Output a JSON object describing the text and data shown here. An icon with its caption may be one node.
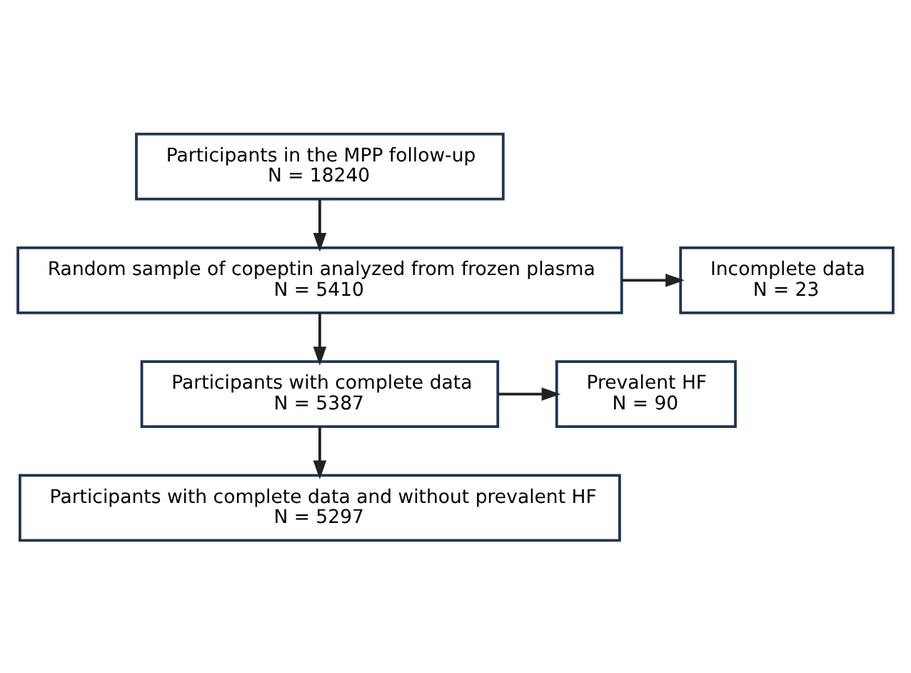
{
  "diagram": {
    "nodes": [
      {
        "text": [
          "Participants in the MPP follow-up",
          "N = 18240"
        ]
      },
      {
        "text": [
          "Random sample of copeptin analyzed from frozen plasma",
          "N = 5410"
        ]
      },
      {
        "text": [
          "Incomplete data",
          "N = 23"
        ]
      },
      {
        "text": [
          "Participants with complete data",
          "N = 5387"
        ]
      },
      {
        "text": [
          "Prevalent HF",
          "N = 90"
        ]
      },
      {
        "text": [
          "Participants with complete data and without prevalent HF",
          "N = 5297"
        ]
      }
    ],
    "edges": [
      {
        "from": 0,
        "to": 1,
        "arrow": "to"
      },
      {
        "from": 1,
        "to": 2,
        "arrow": "to"
      },
      {
        "from": 1,
        "to": 3,
        "arrow": "to"
      },
      {
        "from": 3,
        "to": 4,
        "arrow": "to"
      },
      {
        "from": 3,
        "to": 5,
        "arrow": "to"
      }
    ]
  }
}
